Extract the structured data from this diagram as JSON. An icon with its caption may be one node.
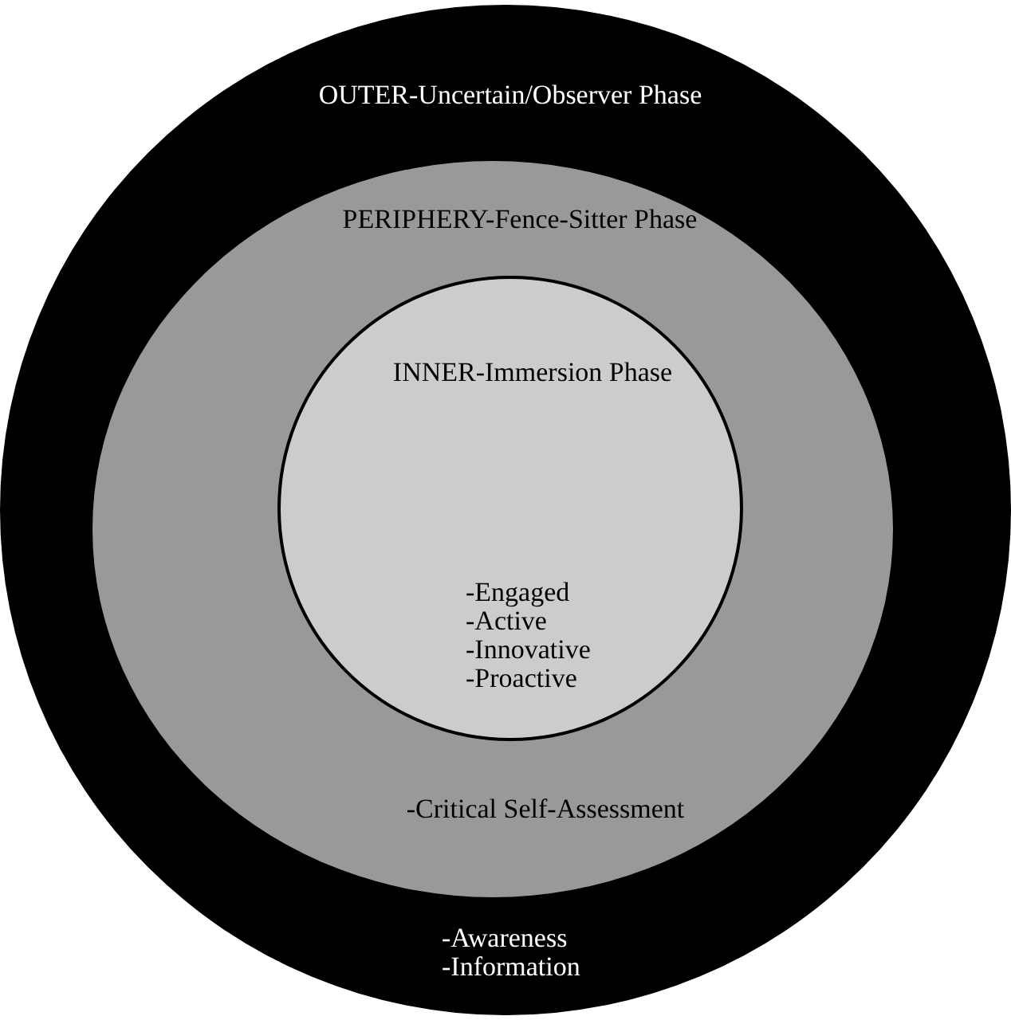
{
  "diagram": {
    "nodes": [
      {
        "text": [
          "OUTER-Uncertain/Observer Phase",
          "-Awareness",
          "-Information"
        ]
      },
      {
        "text": [
          "PERIPHERY-Fence-Sitter Phase",
          "-Critical Self-Assessment"
        ],
        "in": 0
      },
      {
        "text": [
          "INNER-Immersion Phase",
          "-Engaged",
          "-Active",
          "-Innovative",
          "-Proactive"
        ],
        "in": 1
      }
    ],
    "edges": []
  }
}
